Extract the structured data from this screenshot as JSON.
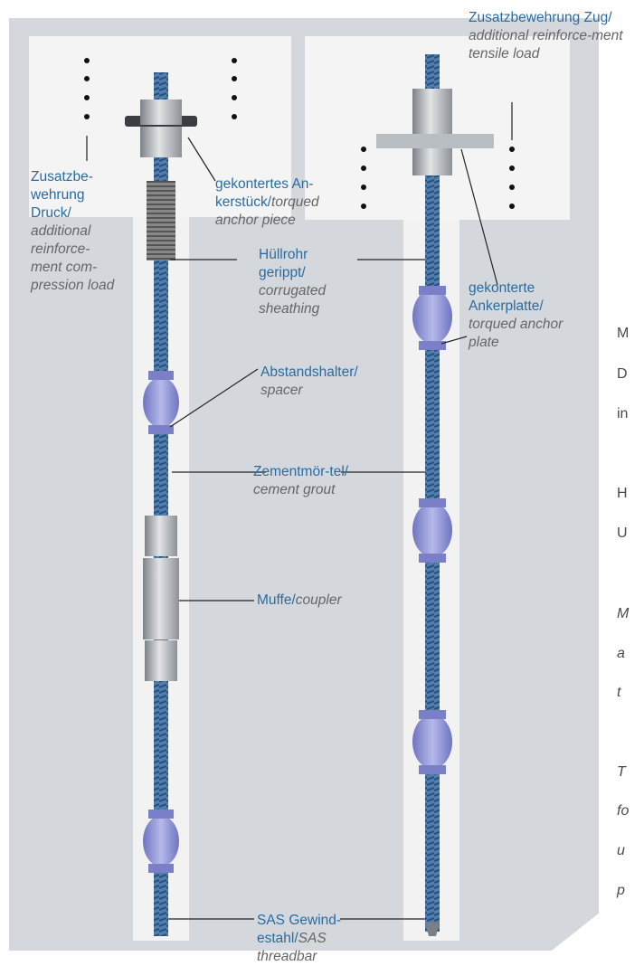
{
  "labels": {
    "zusatz_zug": {
      "de": "Zusatzbewehrung Zug/",
      "en": "additional reinforce-ment tensile load"
    },
    "zusatz_druck": {
      "de": "Zusatzbe-wehrung Druck/",
      "en": "additional reinforce-ment com-pression load"
    },
    "ankerstueck": {
      "de": "gekontertes An-kerstück/",
      "en": "torqued anchor piece"
    },
    "huellrohr": {
      "de": "Hüllrohr gerippt/",
      "en": "corrugated sheathing"
    },
    "ankerplatte": {
      "de": "gekonterte Ankerplatte/",
      "en": "torqued anchor plate"
    },
    "abstandshalter": {
      "de": "Abstandshalter/",
      "en": "spacer"
    },
    "zementmoertel": {
      "de": "Zementmör-tel/",
      "en": "cement grout"
    },
    "muffe": {
      "de": "Muffe/",
      "en": "coupler"
    },
    "gewindestahl": {
      "de": "SAS Gewind-estahl/",
      "en": "SAS threadbar"
    }
  },
  "right_text": [
    "M",
    "D",
    "in",
    "H",
    "U",
    "M",
    "a",
    "t",
    "T",
    "fo",
    "u",
    "p"
  ],
  "colors": {
    "label": "#2a6ca0",
    "spacer": "#8a8fd0",
    "bar": "#4f7fb0",
    "panel": "#d4d7dc"
  }
}
